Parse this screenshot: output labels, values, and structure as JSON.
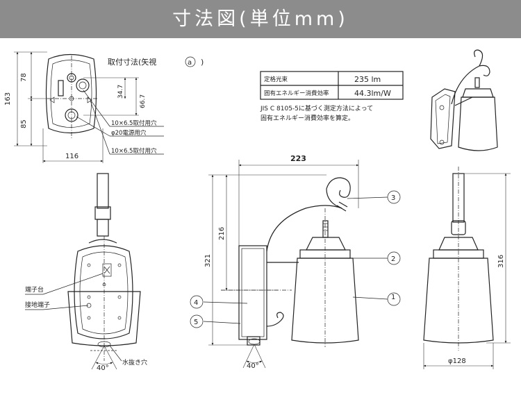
{
  "header": {
    "title": "寸法図(単位mm)"
  },
  "mount": {
    "title": "取付寸法(矢視",
    "marker": "a",
    "title_close": ")",
    "dim_height": "163",
    "dim_top": "78",
    "dim_bottom": "85",
    "dim_width": "116",
    "dim_34": "34.7",
    "dim_66": "66.7",
    "hole1": "10×6.5取付用穴",
    "hole2": "φ20電源用穴",
    "hole3": "10×6.5取付用穴"
  },
  "spec": {
    "rows": [
      {
        "label": "定格光束",
        "value": "235 lm"
      },
      {
        "label": "固有エネルギー消費効率",
        "value": "44.3lm/W"
      }
    ],
    "note1": "JIS C 8105-5に基づく測定方法によって",
    "note2": "固有エネルギー消費効率を算定。"
  },
  "back": {
    "terminal": "端子台",
    "ground": "接地端子",
    "angle": "40°",
    "drain": "水抜き穴"
  },
  "side": {
    "width": "223",
    "h216": "216",
    "h321": "321",
    "angle": "40°",
    "callouts": [
      "1",
      "2",
      "3",
      "4",
      "5"
    ]
  },
  "front": {
    "height": "316",
    "diameter": "φ128"
  }
}
